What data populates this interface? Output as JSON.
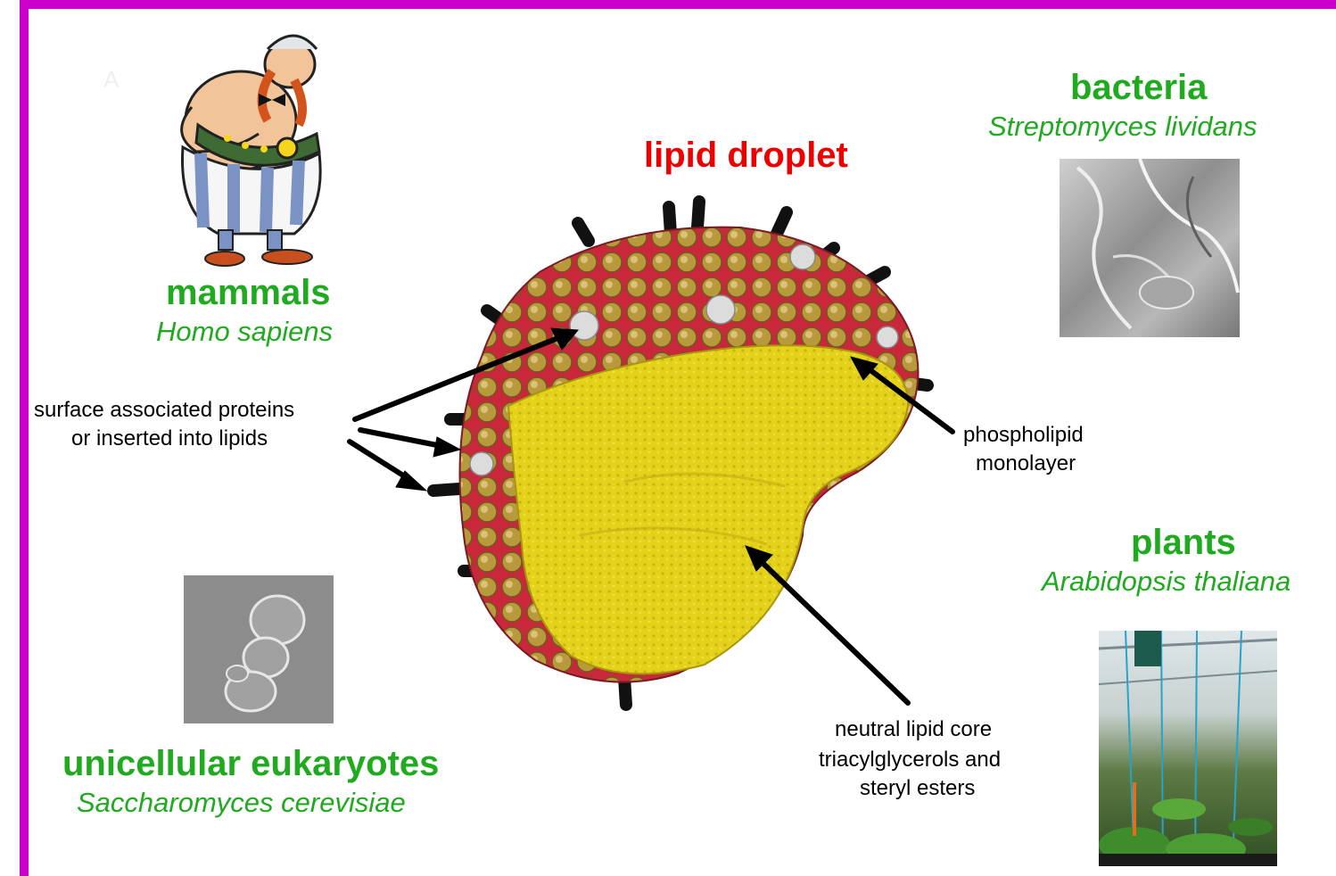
{
  "title": "lipid droplet",
  "panel_letter": "A",
  "organisms": {
    "mammals": {
      "group": "mammals",
      "species": "Homo sapiens"
    },
    "bacteria": {
      "group": "bacteria",
      "species": "Streptomyces lividans"
    },
    "plants": {
      "group": "plants",
      "species": "Arabidopsis thaliana"
    },
    "yeast": {
      "group": "unicellular eukaryotes",
      "species": "Saccharomyces cerevisiae"
    }
  },
  "labels": {
    "proteins_line1": "surface associated proteins",
    "proteins_line2": "or inserted into lipids",
    "monolayer_line1": "phospholipid",
    "monolayer_line2": "monolayer",
    "core_line1": "neutral lipid core",
    "core_line2": "triacylglycerols and",
    "core_line3": "steryl esters"
  },
  "colors": {
    "frame": "#cc00cc",
    "title": "#ee0000",
    "organism_text": "#1faa1f",
    "core_yellow": "#e4d21a",
    "shell_red": "#c8283a",
    "coin_gold": "#b89a3c"
  }
}
